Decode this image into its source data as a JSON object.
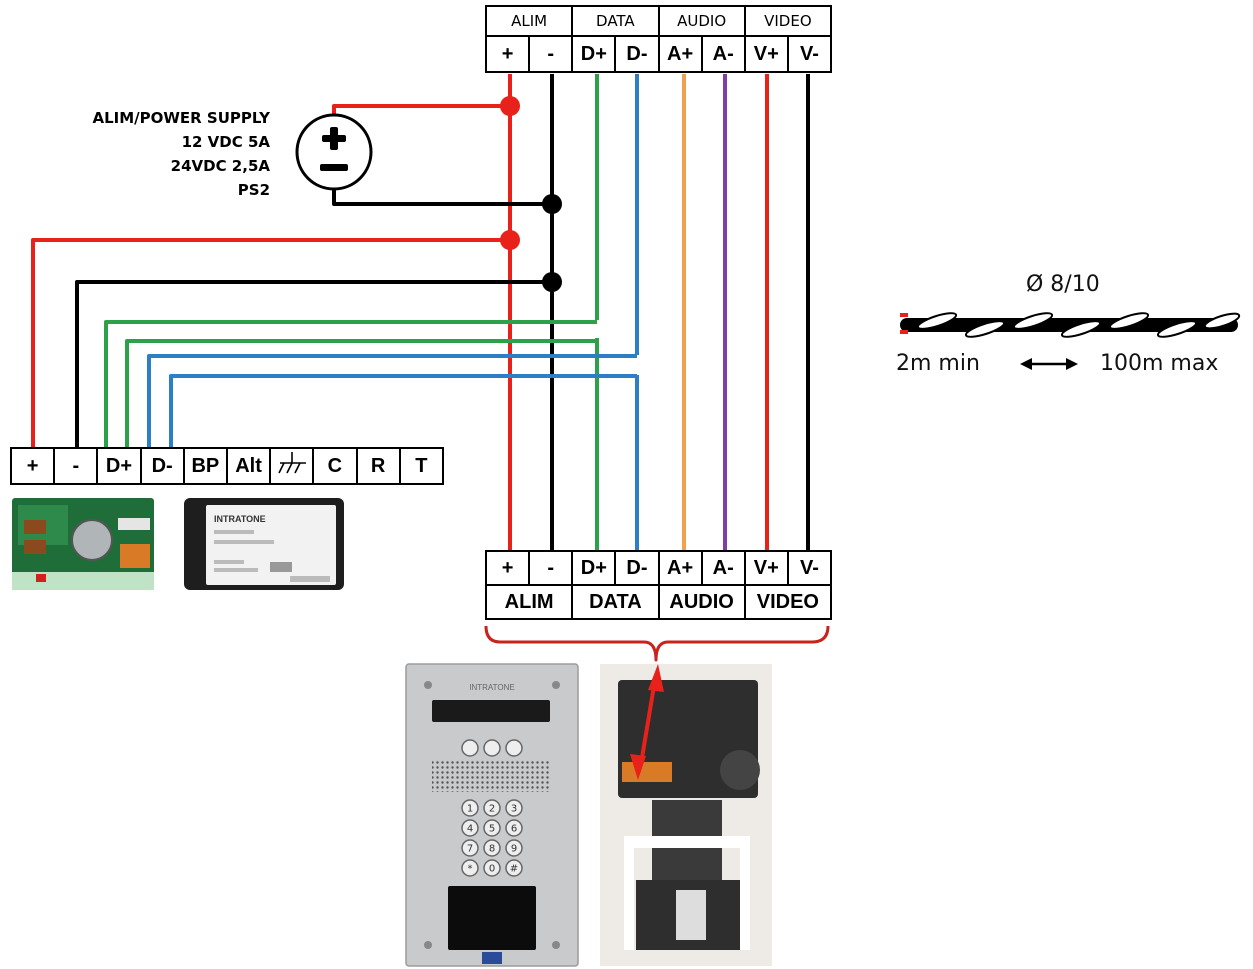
{
  "top_block": {
    "headers": [
      "ALIM",
      "DATA",
      "AUDIO",
      "VIDEO"
    ],
    "terminals": [
      "+",
      "-",
      "D+",
      "D-",
      "A+",
      "A-",
      "V+",
      "V-"
    ]
  },
  "bottom_block": {
    "terminals": [
      "+",
      "-",
      "D+",
      "D-",
      "A+",
      "A-",
      "V+",
      "V-"
    ],
    "headers": [
      "ALIM",
      "DATA",
      "AUDIO",
      "VIDEO"
    ]
  },
  "left_block": {
    "terminals": [
      "+",
      "-",
      "D+",
      "D-",
      "BP",
      "Alt",
      "",
      "C",
      "R",
      "T"
    ]
  },
  "power_supply": {
    "lines": [
      "ALIM/POWER SUPPLY",
      "12 VDC 5A",
      "24VDC 2,5A",
      "PS2"
    ]
  },
  "cable": {
    "diameter": "Ø 8/10",
    "min_length": "2m min",
    "max_length": "100m max"
  },
  "device_labels": {
    "module_brand": "INTRATONE",
    "panel_brand": "INTRATONE",
    "keypad": [
      "1",
      "2",
      "3",
      "4",
      "5",
      "6",
      "7",
      "8",
      "9",
      "*",
      "0",
      "#"
    ]
  },
  "colors": {
    "power_positive": "#e8211b",
    "power_negative": "#000000",
    "data_plus": "#2ca14a",
    "data_minus": "#2c7fc4",
    "audio_plus": "#f0a050",
    "audio_minus": "#7d3fa6",
    "video_plus": "#e8211b",
    "video_minus": "#000000"
  }
}
